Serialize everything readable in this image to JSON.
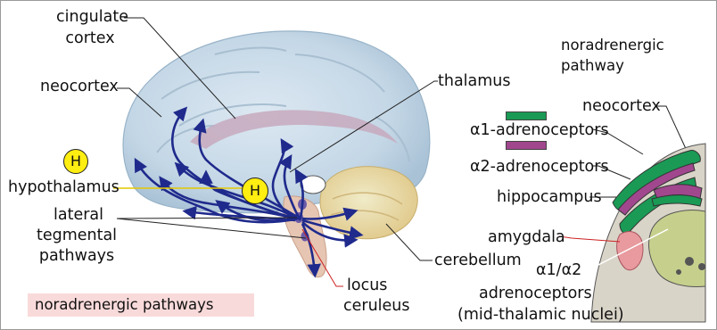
{
  "figure": {
    "caption": "noradrenergic pathways",
    "hypothalamus_symbol": "H"
  },
  "colors": {
    "alpha1": "#1a9a55",
    "alpha2": "#a0478e",
    "pathway": "#1f2a8c",
    "caption_bg": "#f9dada",
    "h_badge": "#ffee11"
  },
  "brain_labels": {
    "cingulate_cortex_1": "cingulate",
    "cingulate_cortex_2": "cortex",
    "neocortex": "neocortex",
    "hypothalamus": "hypothalamus",
    "lateral_1": "lateral",
    "lateral_2": "tegmental",
    "lateral_3": "pathways",
    "thalamus": "thalamus",
    "cerebellum": "cerebellum",
    "locus_1": "locus",
    "locus_2": "ceruleus"
  },
  "inset": {
    "title_1": "noradrenergic",
    "title_2": "pathway",
    "neocortex": "neocortex",
    "alpha1_label": "α1-adrenoceptors",
    "alpha2_label": "α2-adrenoceptors",
    "hippocampus": "hippocampus",
    "amygdala": "amygdala",
    "alpha12_label": "α1/α2",
    "adrenoceptors": "adrenoceptors",
    "mid_thalamic": "(mid-thalamic nuclei)"
  }
}
